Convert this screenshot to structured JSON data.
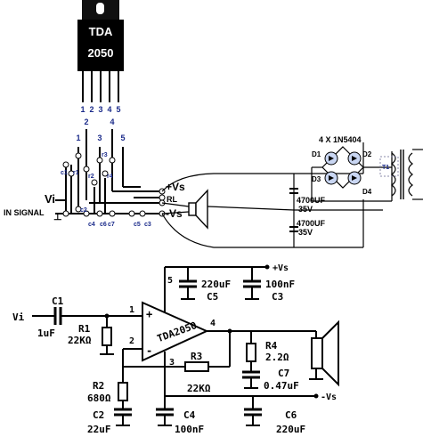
{
  "chip": {
    "title": "TDA",
    "part": "2050",
    "pin_numbers": [
      "1",
      "2",
      "3",
      "4",
      "5"
    ]
  },
  "upper": {
    "pin_labels_row": [
      "1",
      "2",
      "3",
      "4",
      "5"
    ],
    "vi": "Vi",
    "in_signal": "IN SIGNAL",
    "ground_sym": "⊥",
    "vs_plus": "+Vs",
    "vs_minus": "-Vs",
    "rl": "RL",
    "bridge_title": "4 X 1N5404",
    "d1": "D1",
    "d2": "D2",
    "d3": "D3",
    "d4": "D4",
    "c_top_val": "4700UF",
    "c_top_v": "35V",
    "c_bot_val": "4700UF",
    "c_bot_v": "35V",
    "t1": "T1",
    "pcb_labels": [
      "c1",
      "r1",
      "r2",
      "r3",
      "r4",
      "c2",
      "c4",
      "c6",
      "c7",
      "c5",
      "c3"
    ]
  },
  "schematic": {
    "vs_pos": "+Vs",
    "vs_neg": "-Vs",
    "c5_val": "220uF",
    "c5": "C5",
    "c3_val": "100nF",
    "c3": "C3",
    "c1": "C1",
    "c1_val": "1uF",
    "r1": "R1",
    "r1_val": "22KΩ",
    "vi": "Vi",
    "pin1": "1",
    "pin2": "2",
    "pin3": "3",
    "pin4": "4",
    "pin5": "5",
    "ic": "TDA2050",
    "plus": "+",
    "minus": "-",
    "r3": "R3",
    "r3_val": "22KΩ",
    "r2": "R2",
    "r2_val": "680Ω",
    "c2": "C2",
    "c2_val": "22uF",
    "c4": "C4",
    "c4_val": "100nF",
    "r4": "R4",
    "r4_val": "2.2Ω",
    "c7": "C7",
    "c7_val": "0.47uF",
    "c6": "C6",
    "c6_val": "220uF"
  }
}
